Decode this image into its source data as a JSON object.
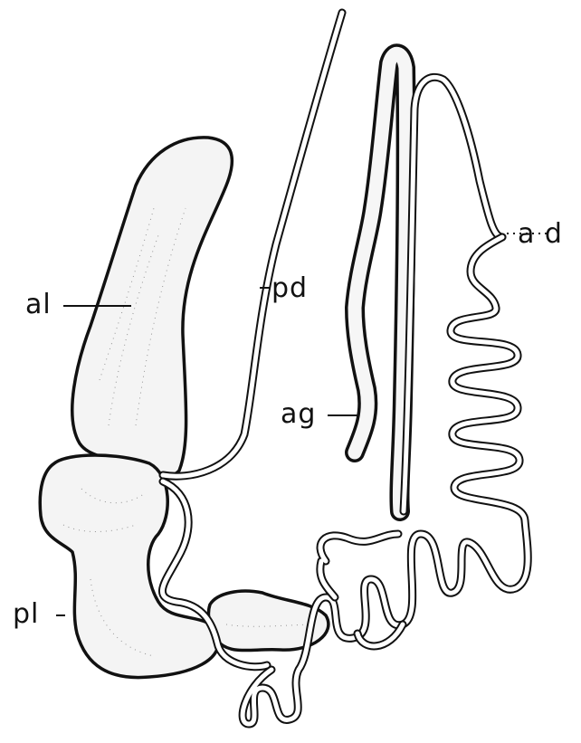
{
  "figure": {
    "labels": {
      "ad": "a d",
      "pd": "pd",
      "al": "al",
      "ag": "ag",
      "pl": "pl"
    },
    "colors": {
      "ink": "#111111",
      "stipple": "#f4f4f4",
      "background": "#ffffff"
    }
  }
}
